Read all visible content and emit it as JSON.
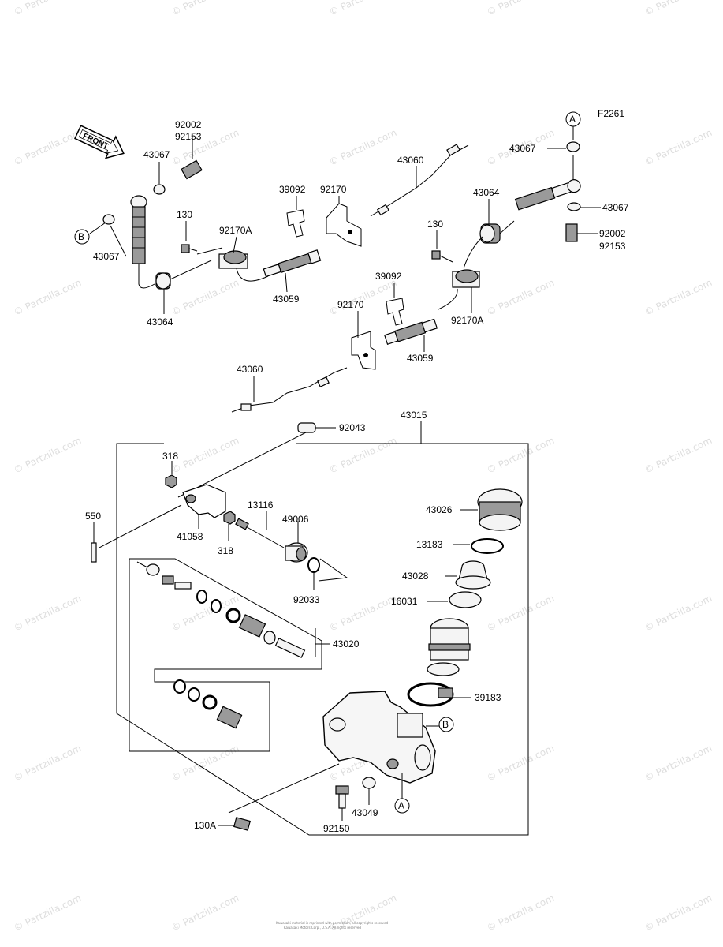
{
  "figure_code": "F2261",
  "front_arrow_label": "FRONT",
  "watermark_text": "© Partzilla.com",
  "footer": {
    "line1": "Kawasaki material is reprinted with permission, all copyrights reserved",
    "line2": "Kawasaki Motors Corp., U.S.A. All rights reserved"
  },
  "callouts": {
    "a": "A",
    "b": "B"
  },
  "parts": {
    "p92002_top": "92002",
    "p92153_top": "92153",
    "p43067_top_left": "43067",
    "p43067_b": "43067",
    "p43064_left": "43064",
    "p130_left": "130",
    "p92170a_left": "92170A",
    "p43059_left": "43059",
    "p39092_left": "39092",
    "p92170_left": "92170",
    "p43060_top": "43060",
    "p43067_a": "43067",
    "p43064_right": "43064",
    "p130_right": "130",
    "p43067_right": "43067",
    "p92002_right": "92002",
    "p92153_right": "92153",
    "p39092_mid": "39092",
    "p92170_mid": "92170",
    "p92170a_right": "92170A",
    "p43059_mid": "43059",
    "p43060_lower": "43060",
    "p43015": "43015",
    "p92043": "92043",
    "p318_top": "318",
    "p550": "550",
    "p41058": "41058",
    "p318_bottom": "318",
    "p13116": "13116",
    "p49006": "49006",
    "p92033": "92033",
    "p43026": "43026",
    "p13183": "13183",
    "p43028": "43028",
    "p16031": "16031",
    "p43020": "43020",
    "p39183": "39183",
    "p43049": "43049",
    "p92150": "92150",
    "p130a": "130A"
  }
}
